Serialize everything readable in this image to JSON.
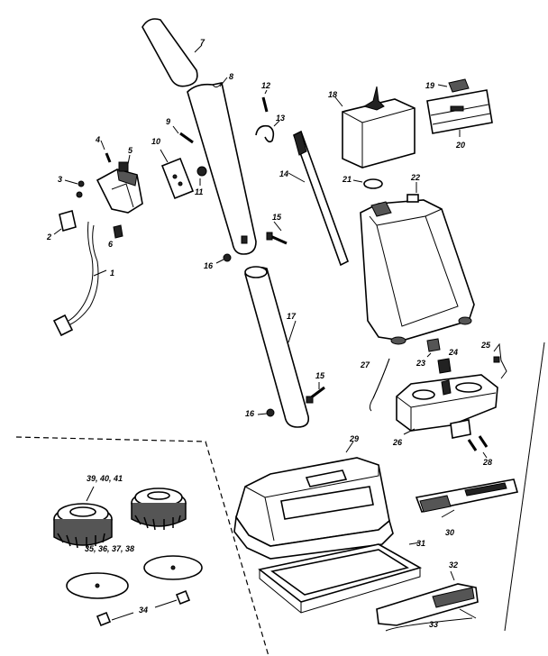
{
  "labels": {
    "p1": "1",
    "p2": "2",
    "p3": "3",
    "p4": "4",
    "p5": "5",
    "p6": "6",
    "p7": "7",
    "p8": "8",
    "p9": "9",
    "p10": "10",
    "p11": "11",
    "p12": "12",
    "p13": "13",
    "p14": "14",
    "p15a": "15",
    "p15b": "15",
    "p16a": "16",
    "p16b": "16",
    "p17": "17",
    "p18": "18",
    "p19": "19",
    "p20": "20",
    "p21": "21",
    "p22": "22",
    "p23": "23",
    "p24": "24",
    "p25": "25",
    "p26": "26",
    "p27": "27",
    "p28": "28",
    "p29": "29",
    "p30": "30",
    "p31": "31",
    "p32": "32",
    "p33": "33",
    "p34": "34",
    "p35": "35, 36, 37, 38",
    "p39": "39, 40, 41"
  }
}
